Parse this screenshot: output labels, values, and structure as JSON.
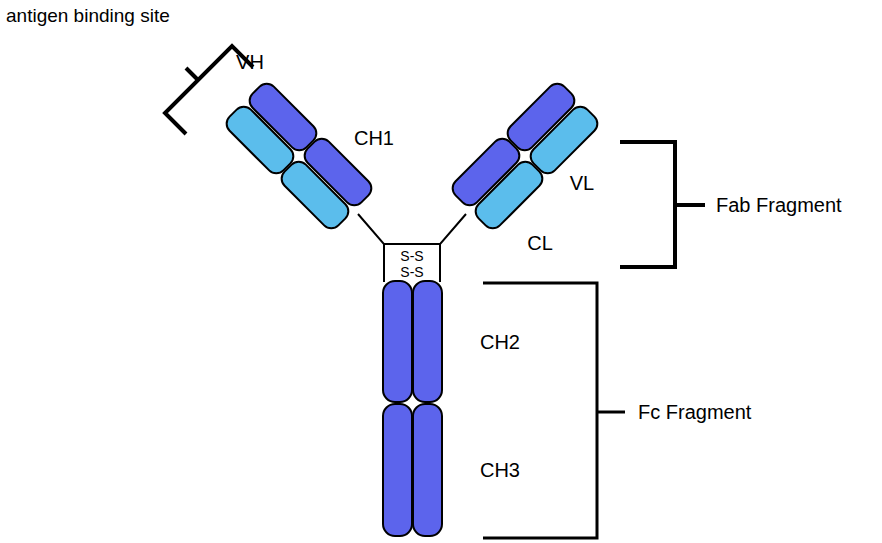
{
  "diagram": {
    "labels": [
      "antigen binding site",
      "VH",
      "CH1",
      "VL",
      "CL",
      "Fab Fragment",
      "S-S",
      "S-S",
      "CH2",
      "CH3",
      "Fc Fragment"
    ]
  }
}
